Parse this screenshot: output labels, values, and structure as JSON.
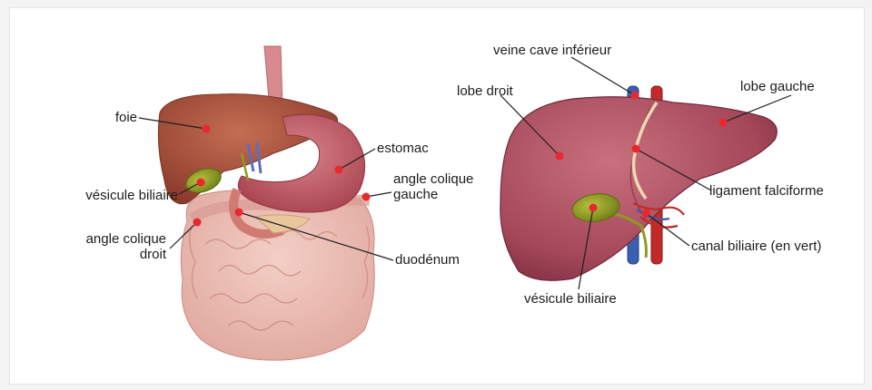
{
  "left_figure": {
    "labels": {
      "foie": "foie",
      "estomac": "estomac",
      "vesicule_biliaire": "vésicule biliaire",
      "angle_colique_gauche": "angle colique\ngauche",
      "angle_colique_droit": "angle colique\ndroit",
      "duodenum": "duodénum"
    }
  },
  "right_figure": {
    "labels": {
      "veine_cave_inferieure": "veine cave inférieur",
      "lobe_droit": "lobe droit",
      "lobe_gauche": "lobe gauche",
      "ligament_falciforme": "ligament falciforme",
      "canal_biliaire": "canal biliaire (en vert)",
      "vesicule_biliaire": "vésicule biliaire"
    }
  },
  "colors": {
    "liver": "#a8485a",
    "liver_left_figure": "#b0563e",
    "gallbladder": "#8e9a22",
    "stomach": "#c7606a",
    "intestine": "#e7b5ad",
    "vein": "#3a5fb0",
    "artery": "#c22a2a",
    "marker": "#e8282e",
    "leader": "#1f1f1f"
  }
}
